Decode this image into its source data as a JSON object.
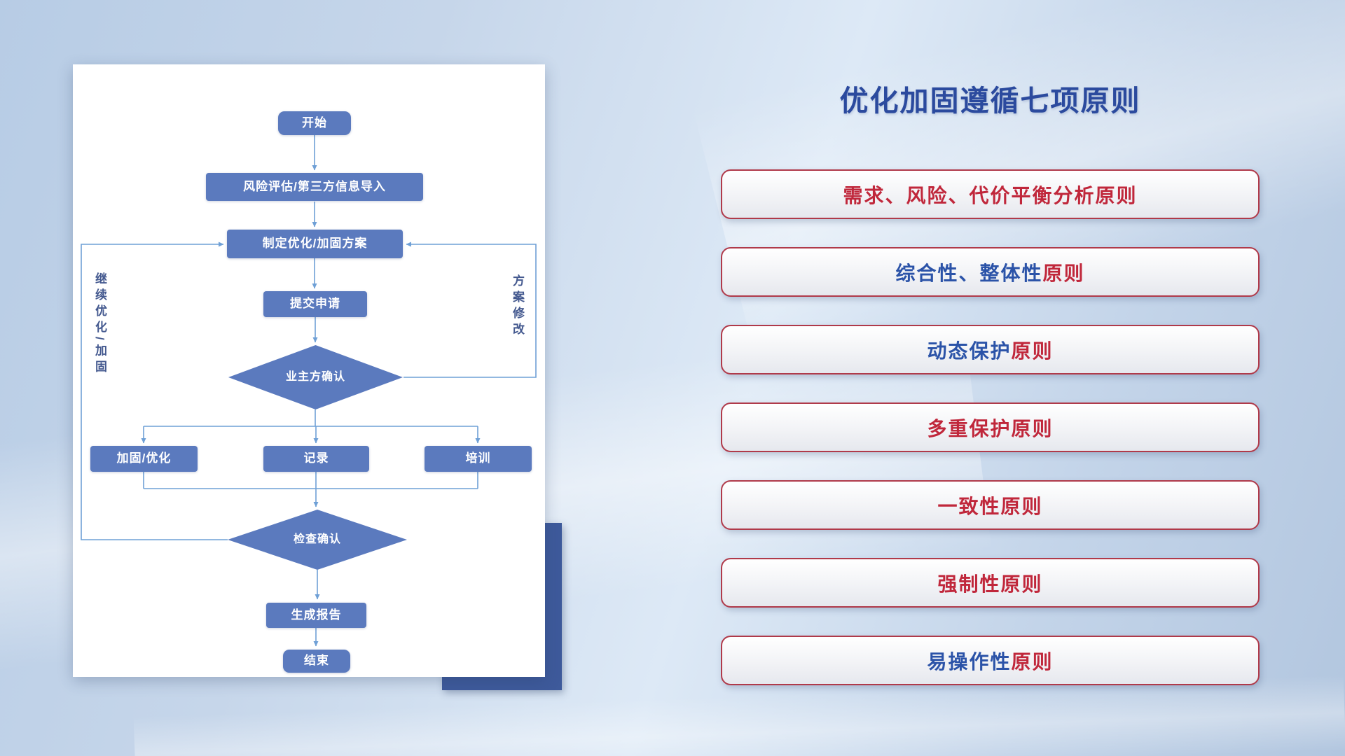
{
  "slide_title": "优化加固遵循七项原则",
  "flowchart": {
    "nodes": {
      "start": "开始",
      "risk_import": "风险评估/第三方信息导入",
      "make_plan": "制定优化/加固方案",
      "submit": "提交申请",
      "owner_confirm": "业主方确认",
      "harden_optimize": "加固/优化",
      "record": "记录",
      "training": "培训",
      "check_confirm": "检查确认",
      "generate_report": "生成报告",
      "end": "结束"
    },
    "loop_labels": {
      "continue_optimize": "继续优化/加固",
      "plan_revision": "方案修改"
    }
  },
  "principles": {
    "items": [
      {
        "blue": "",
        "red": "需求、风险、代价平衡分析原则"
      },
      {
        "blue": "综合性、整体性",
        "red": "原则"
      },
      {
        "blue": "动态保护",
        "red": "原则"
      },
      {
        "blue": "",
        "red": "多重保护原则"
      },
      {
        "blue": "",
        "red": "一致性原则"
      },
      {
        "blue": "",
        "red": "强制性原则"
      },
      {
        "blue": "易操作性",
        "red": "原则"
      }
    ]
  },
  "colors": {
    "title": "#2B4A9E",
    "flow_node_fill": "#5B7ABE",
    "flow_line": "#6FA0D6",
    "principle_red": "#C0273B",
    "principle_blue": "#2B53A8",
    "principle_border": "#B03A4A",
    "accent_rect": "#3E5A9B",
    "background": "#C6D6EA"
  }
}
